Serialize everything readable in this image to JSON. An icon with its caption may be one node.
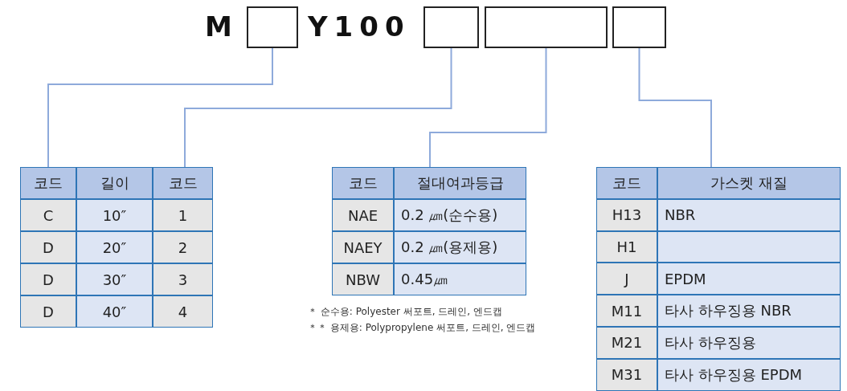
{
  "diagram": {
    "nodes": [
      {
        "text": [],
        "shape": "box"
      },
      {
        "text": [],
        "shape": "box"
      },
      {
        "text": [],
        "shape": "box"
      },
      {
        "text": [],
        "shape": "box"
      },
      {
        "text": [
          "코드",
          "길이",
          "코드",
          "C",
          "10″",
          "1",
          "D",
          "20″",
          "2",
          "D",
          "30″",
          "3",
          "D",
          "40″",
          "4"
        ]
      },
      {
        "text": [
          "코드",
          "절대여과등급",
          "NAE",
          "0.2 ㎛(순수용)",
          "NAEY",
          "0.2 ㎛(용제용)",
          "NBW",
          "0.45㎛"
        ]
      },
      {
        "text": [
          "코드",
          "가스켓 재질",
          "H13",
          "NBR",
          "H1",
          "J",
          "EPDM",
          "M11",
          "타사 하우징용 NBR",
          "M21",
          "타사 하우징용",
          "M31",
          "타사 하우징용 EPDM"
        ]
      }
    ],
    "edges": [
      {
        "from": 0,
        "to": 4,
        "arrow": "none"
      },
      {
        "from": 1,
        "to": 4,
        "arrow": "none"
      },
      {
        "from": 2,
        "to": 5,
        "arrow": "none"
      },
      {
        "from": 3,
        "to": 6,
        "arrow": "none"
      }
    ],
    "labels": [
      "M",
      "Y100",
      "＊ 순수용: Polyester 써포트, 드레인, 엔드캡",
      "＊＊ 용제용: Polypropylene 써포트, 드레인, 엔드캡"
    ]
  }
}
